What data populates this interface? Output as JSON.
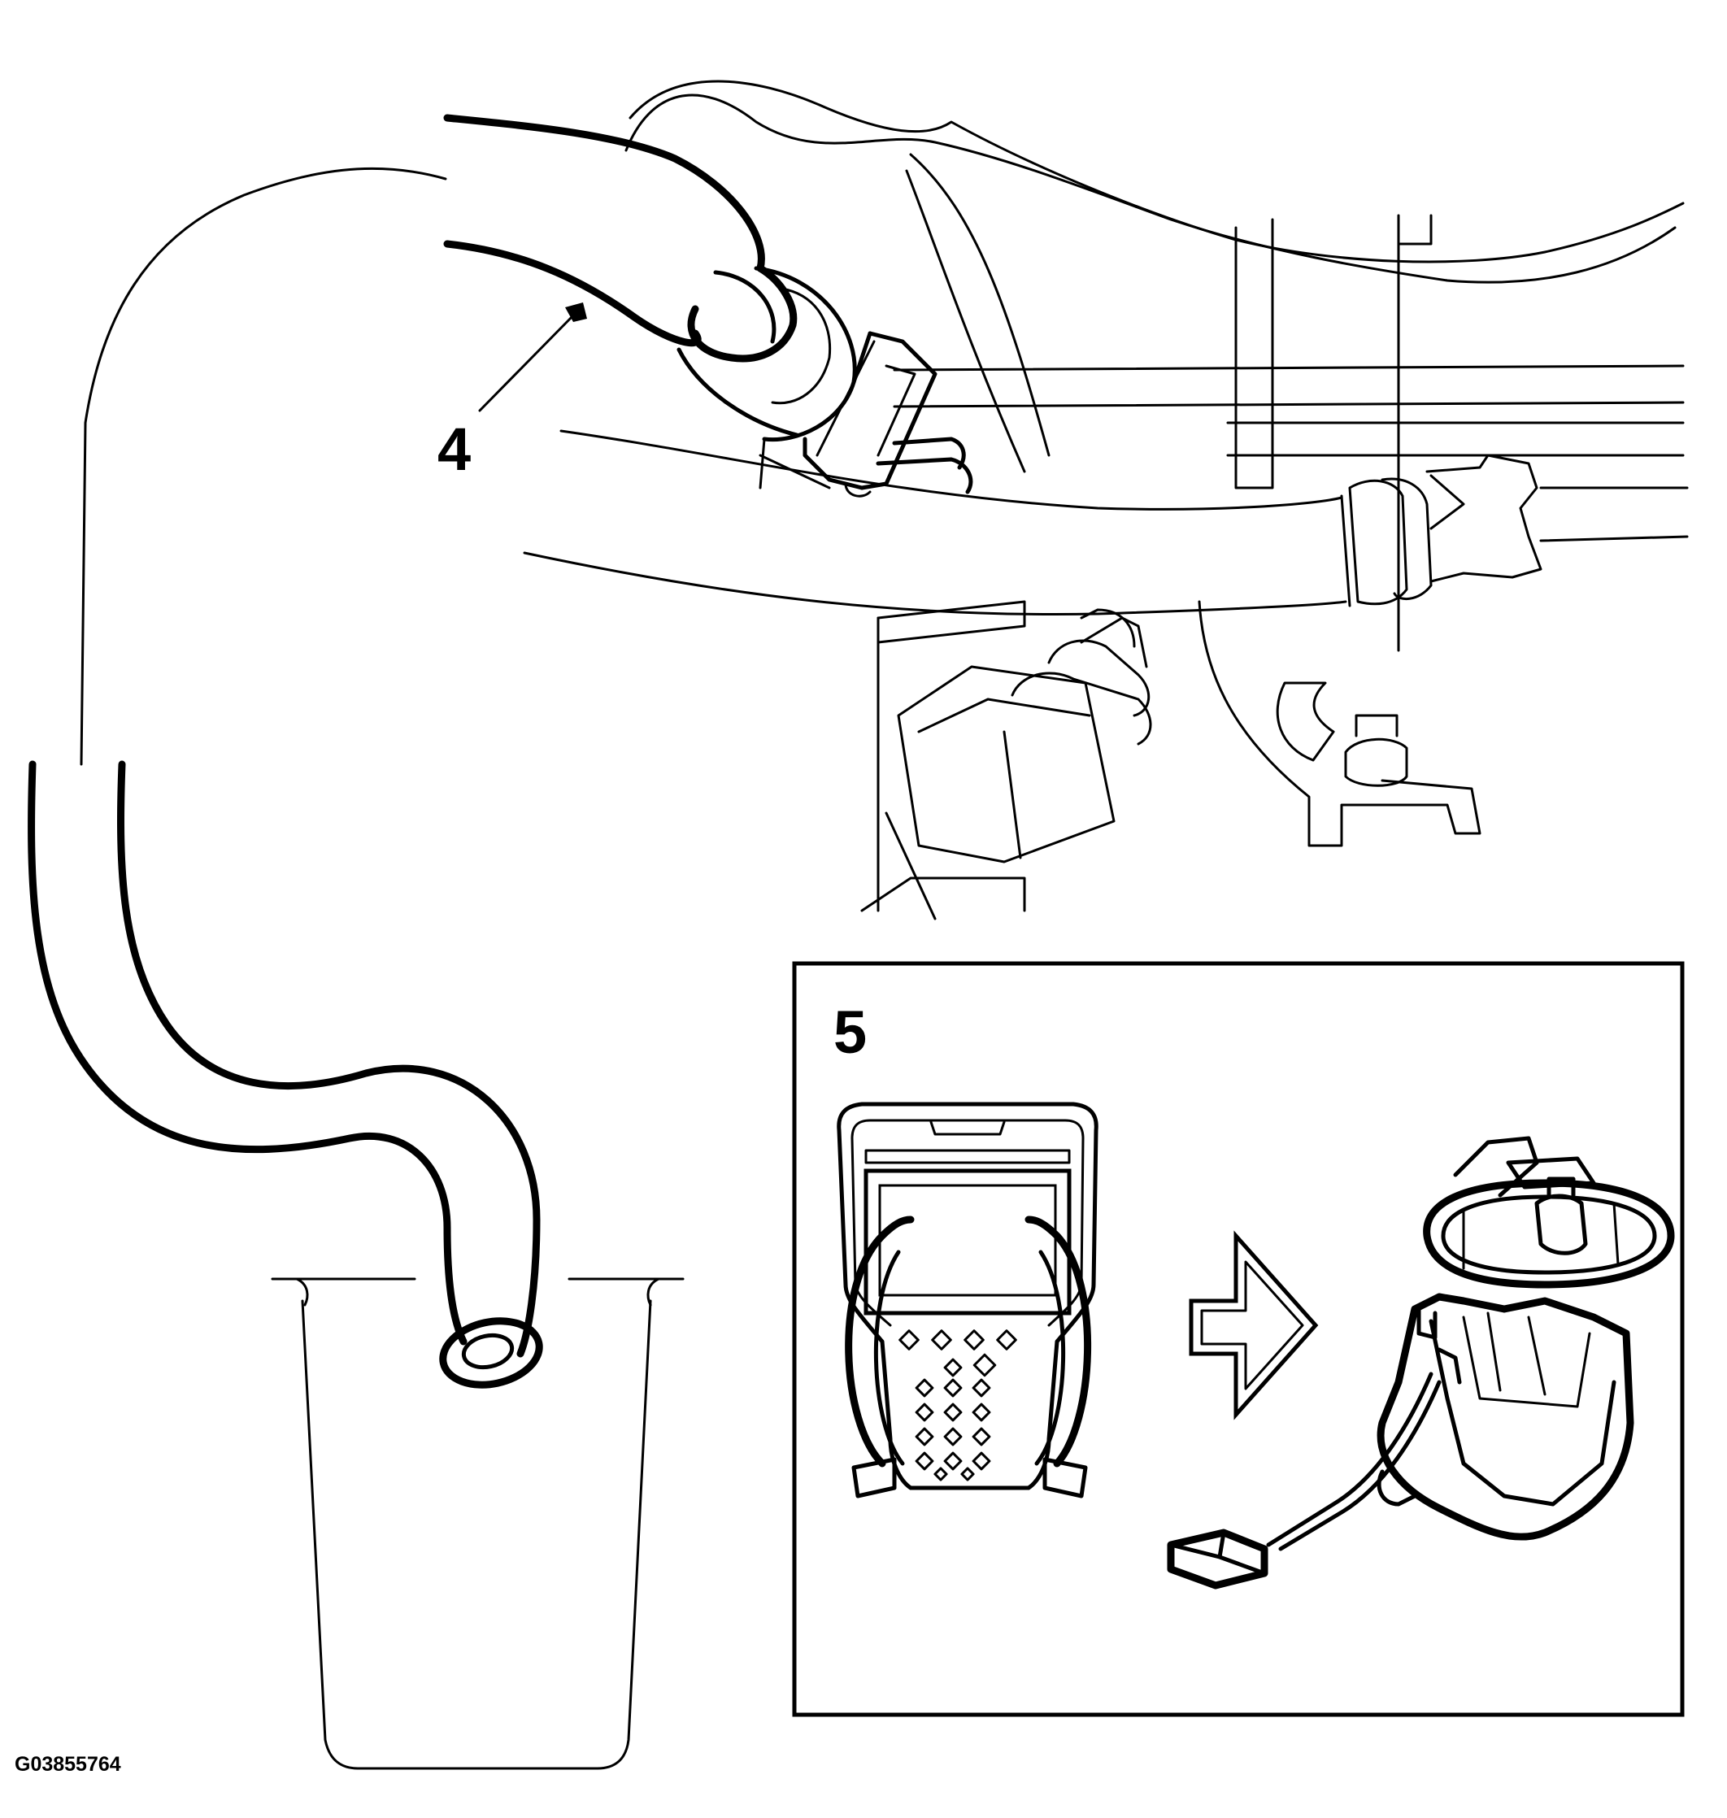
{
  "callouts": {
    "hose_label": "4",
    "inset_label": "5"
  },
  "figure_id": "G03855764",
  "icons": [
    "scan-tool-icon",
    "arrow-right-icon",
    "fuel-pump-module-icon",
    "drain-container-icon"
  ]
}
